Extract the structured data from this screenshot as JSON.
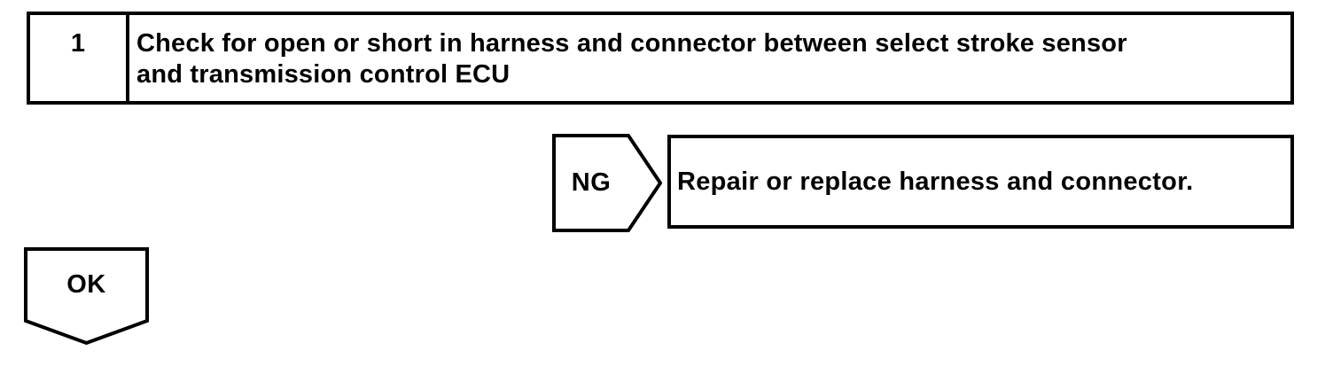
{
  "colors": {
    "line": "#000000",
    "fill": "#ffffff",
    "text": "#000000",
    "background": "#ffffff"
  },
  "step_box": {
    "number": "1",
    "title_lines": [
      "Check for open or short in harness and connector between select stroke sensor",
      "and transmission control ECU"
    ]
  },
  "ng_branch": {
    "connector_label": "NG",
    "action": "Repair or replace harness and connector."
  },
  "ok_branch": {
    "connector_label": "OK"
  }
}
